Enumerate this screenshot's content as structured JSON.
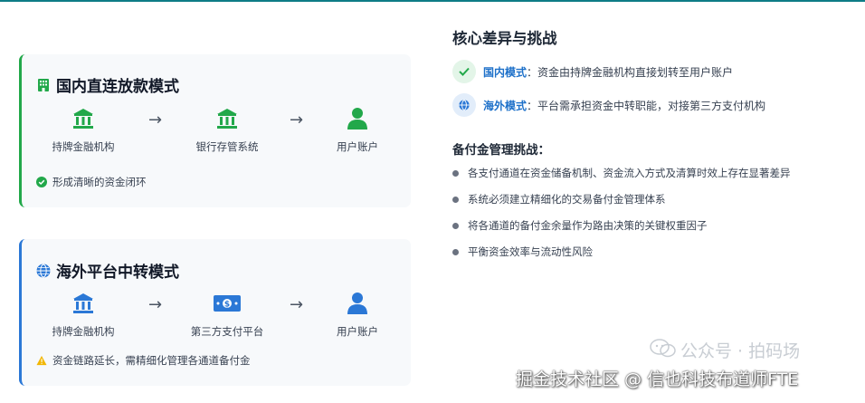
{
  "colors": {
    "accent_teal": "#0e7c86",
    "green": "#22a84a",
    "blue": "#2b78d6",
    "warning": "#f2b705"
  },
  "domestic": {
    "title": "国内直连放款模式",
    "title_icon": "building-icon",
    "nodes": [
      {
        "label": "持牌金融机构",
        "icon": "bank-icon"
      },
      {
        "label": "银行存管系统",
        "icon": "bank-icon"
      },
      {
        "label": "用户账户",
        "icon": "user-icon"
      }
    ],
    "note": "形成清晰的资金闭环",
    "note_icon": "check-circle-icon"
  },
  "overseas": {
    "title": "海外平台中转模式",
    "title_icon": "globe-icon",
    "nodes": [
      {
        "label": "持牌金融机构",
        "icon": "bank-icon"
      },
      {
        "label": "第三方支付平台",
        "icon": "money-icon"
      },
      {
        "label": "用户账户",
        "icon": "user-icon"
      }
    ],
    "note": "资金链路延长，需精细化管理各通道备付金",
    "note_icon": "warning-icon"
  },
  "right": {
    "heading": "核心差异与挑战",
    "modes": [
      {
        "label": "国内模式",
        "text": "：资金由持牌金融机构直接划转至用户账户",
        "icon": "check-icon"
      },
      {
        "label": "海外模式",
        "text": "：平台需承担资金中转职能，对接第三方支付机构",
        "icon": "globe-icon"
      }
    ],
    "sub_heading": "备付金管理挑战：",
    "bullets": [
      "各支付通道在资金储备机制、资金流入方式及清算时效上存在显著差异",
      "系统必须建立精细化的交易备付金管理体系",
      "将各通道的备付金余量作为路由决策的关键权重因子",
      "平衡资金效率与流动性风险"
    ]
  },
  "watermark": {
    "line1": "公众号 · 拍码场",
    "line2": "掘金技术社区 @ 信也科技布道师FTE"
  }
}
